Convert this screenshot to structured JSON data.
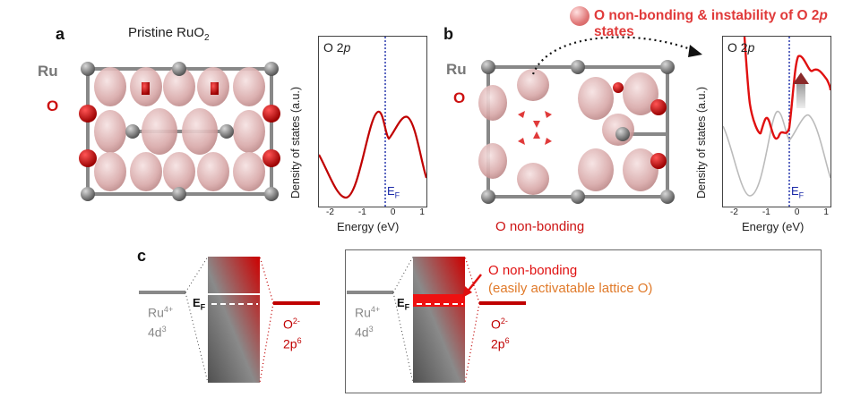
{
  "panel_a": {
    "letter": "a",
    "title_main": "Pristine RuO",
    "title_sub": "2",
    "ru_label": "Ru",
    "o_label": "O",
    "plot": {
      "title": "O 2",
      "title_italic": "p",
      "ylabel": "Density of states (a.u.)",
      "xlabel": "Energy (eV)",
      "ef_label": "E",
      "ef_sub": "F",
      "xticks": [
        "-2",
        "-1",
        "0",
        "1"
      ],
      "curve_color": "#c00000"
    }
  },
  "panel_b": {
    "letter": "b",
    "title": "O non-bonding & instability of O 2",
    "title_italic": "p",
    "title_end": " states",
    "ru_label": "Ru",
    "o_label": "O",
    "caption": "O non-bonding",
    "plot": {
      "title": "O 2",
      "title_italic": "p",
      "ylabel": "Density of states (a.u.)",
      "xlabel": "Energy (eV)",
      "ef_label": "E",
      "ef_sub": "F",
      "xticks": [
        "-2",
        "-1",
        "0",
        "1"
      ],
      "curve_color": "#e01010",
      "reference_color": "#bbbbbb"
    }
  },
  "panel_c": {
    "letter": "c",
    "left": {
      "ru_label": "Ru",
      "ru_sup": "4+",
      "ru_config": "4d",
      "ru_config_sup": "3",
      "ef_label": "E",
      "ef_sub": "F",
      "o_label": "O",
      "o_sup": "2-",
      "o_config": "2p",
      "o_config_sup": "6"
    },
    "right": {
      "ru_label": "Ru",
      "ru_sup": "4+",
      "ru_config": "4d",
      "ru_config_sup": "3",
      "ef_label": "E",
      "ef_sub": "F",
      "o_label": "O",
      "o_sup": "2-",
      "o_config": "2p",
      "o_config_sup": "6",
      "annotation_1": "O non-bonding",
      "annotation_2": "(easily activatable lattice O)"
    }
  }
}
